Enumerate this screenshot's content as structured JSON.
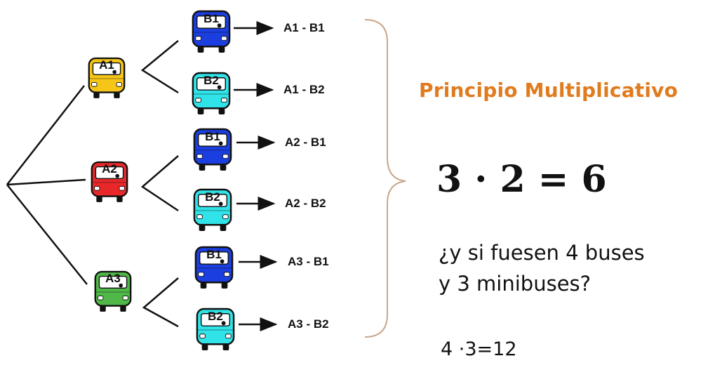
{
  "title": "Principio Multiplicativo",
  "formula": "3 · 2 = 6",
  "question": [
    "¿y si fuesen 4 buses",
    "y 3 minibuses?"
  ],
  "answer": "4 ·3=12",
  "buses": [
    {
      "label": "A1",
      "color": "#f5c518"
    },
    {
      "label": "A2",
      "color": "#e8272a"
    },
    {
      "label": "A3",
      "color": "#4fb848"
    }
  ],
  "minibuses": [
    {
      "label": "B1",
      "color": "#1a3ee0"
    },
    {
      "label": "B2",
      "color": "#2fe3e8"
    },
    {
      "label": "B1",
      "color": "#1a3ee0"
    },
    {
      "label": "B2",
      "color": "#2fe3e8"
    },
    {
      "label": "B1",
      "color": "#1a3ee0"
    },
    {
      "label": "B2",
      "color": "#2fe3e8"
    }
  ],
  "outcomes": [
    "A1 - B1",
    "A1 - B2",
    "A2 - B1",
    "A2 - B2",
    "A3 - B1",
    "A3 - B2"
  ],
  "colors": {
    "title": "#e07b1e",
    "brace": "#c9a68a",
    "lines": "#111111"
  }
}
